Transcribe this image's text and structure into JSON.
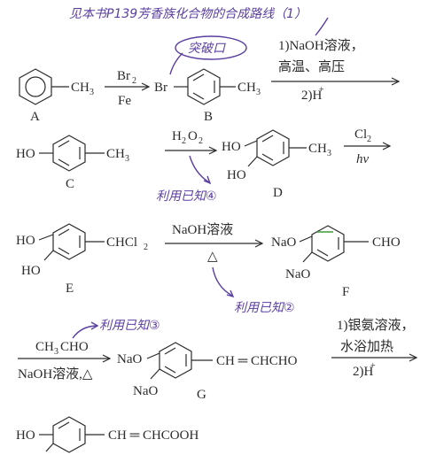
{
  "header": {
    "note": "见本书P139芳香族化合物的合成路线（1）"
  },
  "row1": {
    "A": {
      "sub": "CH",
      "sub3": "3",
      "label": "A"
    },
    "arrow1": {
      "above": "Br",
      "above_sub": "2",
      "below": "Fe"
    },
    "B": {
      "left": "Br",
      "right": "CH",
      "right_sub": "3",
      "label": "B"
    },
    "breakthrough": "突破口",
    "arrow2": {
      "line1": "1)NaOH溶液，",
      "line2": "高温、高压",
      "below": "2)H",
      "below_sup": "+"
    }
  },
  "row2": {
    "C": {
      "left": "HO",
      "right": "CH",
      "right_sub": "3",
      "label": "C"
    },
    "arrow": {
      "above": "H",
      "above_sub1": "2",
      "above_mid": "O",
      "above_sub2": "2"
    },
    "note": "利用已知④",
    "D": {
      "ho_top": "HO",
      "ho_bottom": "HO",
      "right": "CH",
      "right_sub": "3",
      "label": "D"
    },
    "arrow2": {
      "above": "Cl",
      "above_sub": "2",
      "below": "hν"
    }
  },
  "row3": {
    "E": {
      "ho_top": "HO",
      "ho_bottom": "HO",
      "right": "CHCl",
      "right_sub": "2",
      "label": "E"
    },
    "arrow": {
      "above": "NaOH溶液",
      "below": "△"
    },
    "note": "利用已知②",
    "F": {
      "nao_top": "NaO",
      "nao_bottom": "NaO",
      "right": "CHO",
      "label": "F"
    }
  },
  "row4": {
    "note": "利用已知③",
    "arrow1": {
      "above": "CH",
      "above_sub": "3",
      "above_tail": "CHO",
      "below": "NaOH溶液,△"
    },
    "G": {
      "nao_top": "NaO",
      "nao_bottom": "NaO",
      "chain": "CH ═ CHCHO",
      "label": "G"
    },
    "arrow2": {
      "line1": "1)银氨溶液，",
      "line2": "水浴加热",
      "below": "2)H",
      "below_sup": "+"
    }
  },
  "row5": {
    "left": "HO",
    "chain": "CH ═ CHCOOH"
  }
}
